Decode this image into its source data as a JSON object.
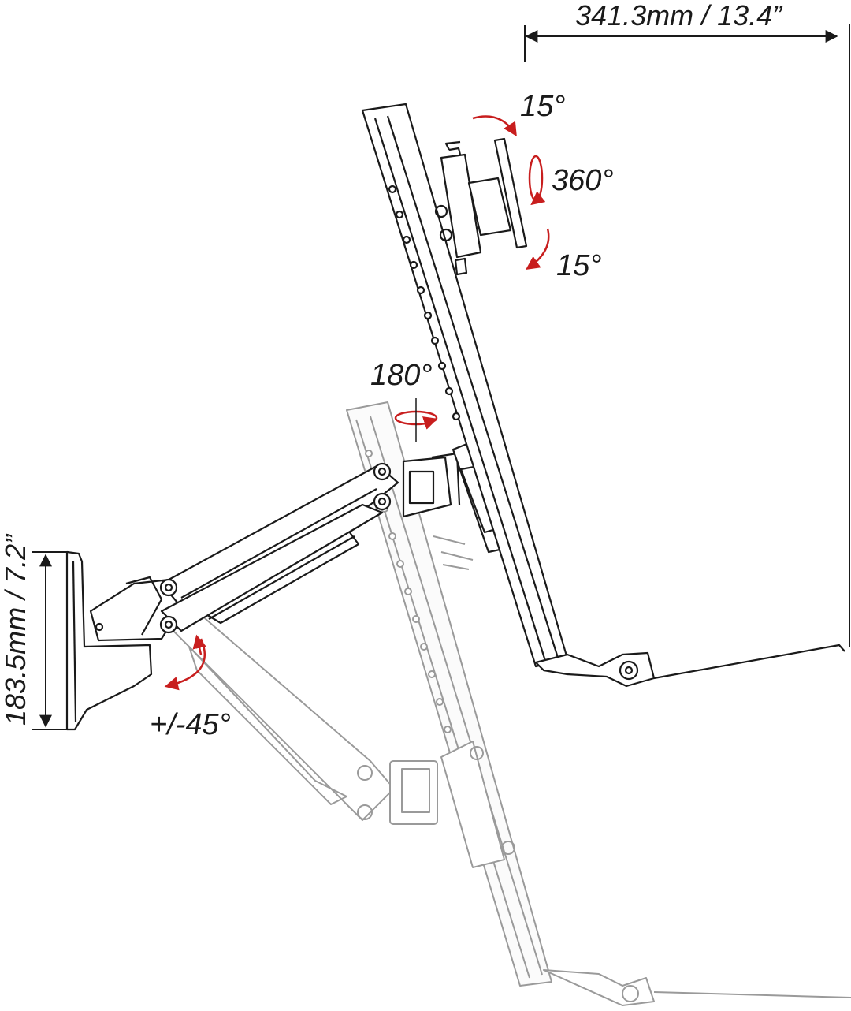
{
  "dimensions": {
    "width_label": "341.3mm / 13.4”",
    "height_label": "183.5mm / 7.2”"
  },
  "angles": {
    "tilt_up": "15°",
    "rotate": "360°",
    "tilt_down": "15°",
    "swivel": "180°",
    "arm_swing": "+/-45°"
  },
  "colors": {
    "line": "#1a1a1a",
    "faded_line": "#9a9a9a",
    "arrow": "#c81e1e"
  }
}
